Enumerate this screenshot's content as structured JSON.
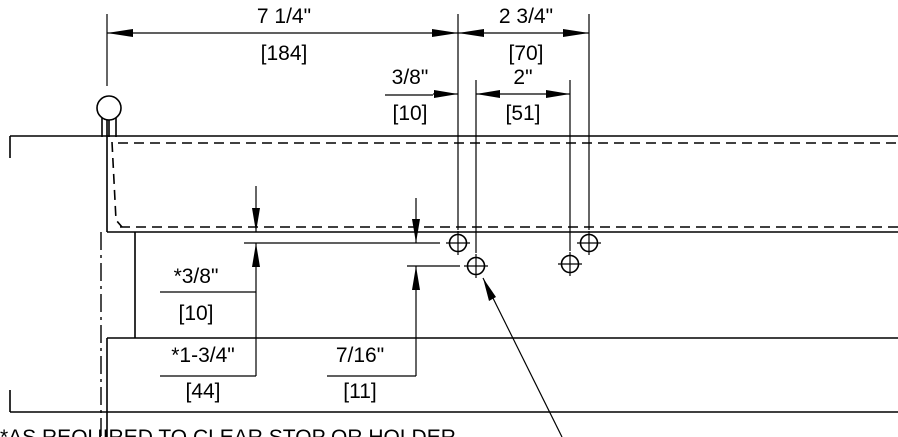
{
  "dimensions": {
    "overall_width": {
      "imperial": "7 1/4\"",
      "metric": "[184]"
    },
    "right_width": {
      "imperial": "2 3/4\"",
      "metric": "[70]"
    },
    "hole_offset": {
      "imperial": "3/8\"",
      "metric": "[10]"
    },
    "hole_spacing": {
      "imperial": "2\"",
      "metric": "[51]"
    },
    "clearance": {
      "imperial": "*3/8\"",
      "metric": "[10]"
    },
    "height": {
      "imperial": "*1-3/4\"",
      "metric": "[44]"
    },
    "vertical_offset": {
      "imperial": "7/16\"",
      "metric": "[11]"
    }
  },
  "note": "*AS REQUIRED TO CLEAR STOP OR HOLDER"
}
